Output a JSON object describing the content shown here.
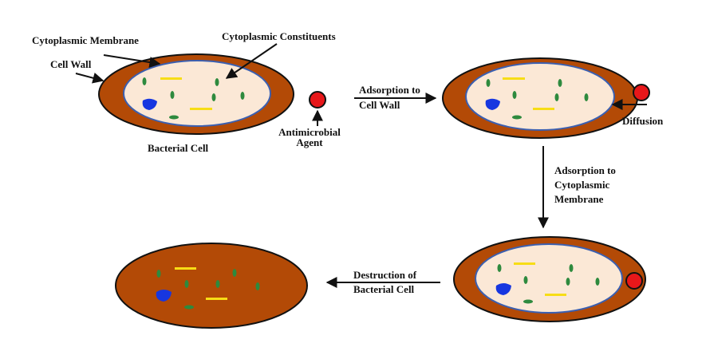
{
  "labels": {
    "cytoplasmic_membrane": "Cytoplasmic Membrane",
    "cytoplasmic_constituents": "Cytoplasmic Constituents",
    "cell_wall": "Cell Wall",
    "bacterial_cell": "Bacterial Cell",
    "antimicrobial_line1": "Antimicrobial",
    "antimicrobial_line2": "Agent",
    "adsorption_wall_line1": "Adsorption to",
    "adsorption_wall_line2": "Cell Wall",
    "diffusion": "Diffusion",
    "adsorption_membrane_line1": "Adsorption to",
    "adsorption_membrane_line2": "Cytoplasmic",
    "adsorption_membrane_line3": "Membrane",
    "destruction_line1": "Destruction of",
    "destruction_line2": "Bacterial Cell"
  },
  "colors": {
    "cell_wall": "#b34a06",
    "cytoplasm": "#fbe8d6",
    "membrane": "#3b5fb0",
    "agent": "#e8171a",
    "nucleoid": "#1736e0",
    "ribosome": "#2e8a3e",
    "yellow_rod": "#f7dd16",
    "arrow": "#111111"
  },
  "icons": {
    "arrow": "black-arrow",
    "agent": "red-circle"
  }
}
